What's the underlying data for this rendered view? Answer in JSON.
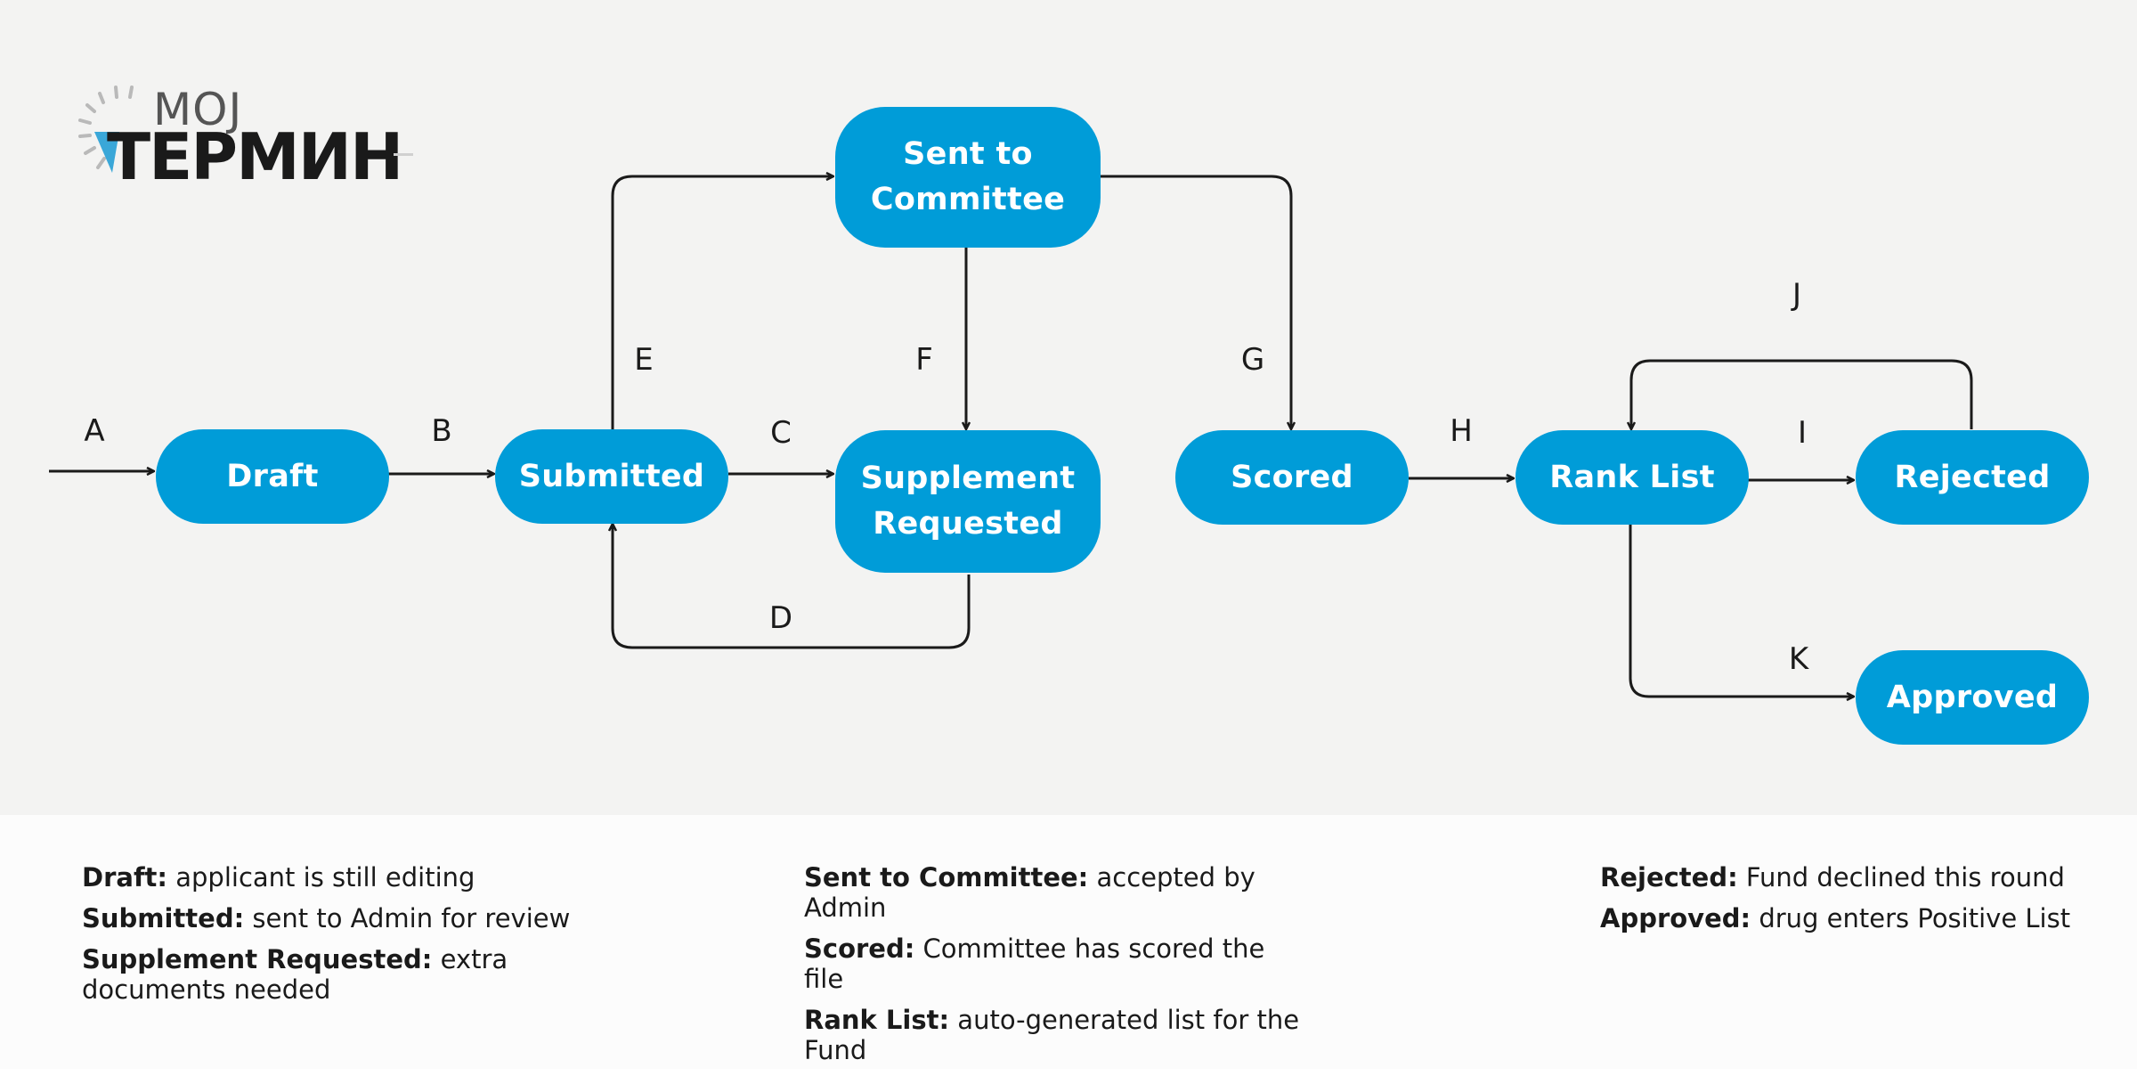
{
  "colors": {
    "node_fill": "#009cd8",
    "node_text": "#ffffff",
    "edge": "#1a1a1a",
    "background": "#f3f3f2",
    "legend_background": "#fcfcfc"
  },
  "logo": {
    "top_text": "MOJ",
    "main_text": "ТЕРМИН"
  },
  "nodes": {
    "draft": "Draft",
    "submitted": "Submitted",
    "sent_to_committee": "Sent to Committee",
    "supplement_requested": "Supplement Requested",
    "scored": "Scored",
    "rank_list": "Rank List",
    "rejected": "Rejected",
    "approved": "Approved"
  },
  "edges": {
    "A": "A",
    "B": "B",
    "C": "C",
    "D": "D",
    "E": "E",
    "F": "F",
    "G": "G",
    "H": "H",
    "I": "I",
    "J": "J",
    "K": "K"
  },
  "legend": {
    "col1": [
      {
        "term": "Draft:",
        "desc": "applicant is still editing"
      },
      {
        "term": "Submitted:",
        "desc": "sent to Admin for review"
      },
      {
        "term": "Supplement Requested:",
        "desc": "extra documents needed"
      }
    ],
    "col2": [
      {
        "term": "Sent to Committee:",
        "desc": "accepted by Admin"
      },
      {
        "term": "Scored:",
        "desc": "Committee has scored the file"
      },
      {
        "term": "Rank List:",
        "desc": "auto-generated list for the Fund"
      }
    ],
    "col3": [
      {
        "term": "Rejected:",
        "desc": "Fund declined this round"
      },
      {
        "term": "Approved:",
        "desc": "drug enters Positive List"
      }
    ]
  }
}
